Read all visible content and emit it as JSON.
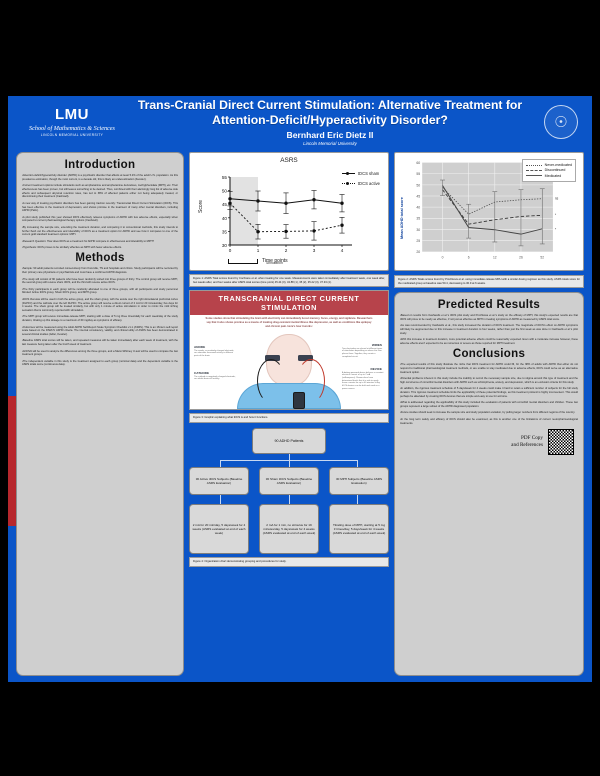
{
  "header": {
    "logo_main": "LMU",
    "logo_school": "School of Mathematics & Sciences",
    "logo_sub": "LINCOLN MEMORIAL UNIVERSITY",
    "title": "Trans-Cranial Direct Current Stimulation: Alternative Treatment for Attention-Deficit/Hyperactivity Disorder?",
    "author": "Bernhard Eric Dietz II",
    "institution": "Lincoln Memorial University",
    "seal_icon": "university-seal-icon"
  },
  "introduction": {
    "heading": "Introduction",
    "bullets": [
      "•Attention-deficit/hyperactivity disorder (ADHD) is a psychiatric disorder that affects at least 5.2% of the adult U.S. population. As this prevalence estimation, though the most current, is a decade old, this is likely an underestimation (Kessler).",
      "•Current treatment options include stimulants such as amphetamine and amphetamine derivatives, methylphenidate (MPH), etc. Their effectiveness has been proven, but still leaves something to be desired. Thus, combined with their alarmingly long list of adverse side effects and subsequent abysmal retention rates, has led to 38% of affected patients either not being adequately treated, or discontinuing their treatment (Cashwell).",
      "•A new way of treating psychiatric disorders has been gaining traction recently: Transcranial Direct Current Stimulation (tDCS). This has been effective in the treatment of depression, and shows promise in the treatment of many other mental disorders, including ADHD (Palm).",
      "•A pilot study published this year showed tDCS effectively relieves symptoms of ADHD with few adverse effects, especially when compared to current pharmacological therapy options (Cashwell).",
      "•By increasing the sample size, extending the treatment duration, and comparing it to conventional methods, this study intends to further flesh out the effectiveness and tolerability of tDCS as a treatment option for ADHD and see how it compares to one of the current gold standard treatment options: MPH.",
      "•Research Question: How does tDCS as a treatment for ADHD compare in effectiveness and tolerability to MPH?",
      "•Hypothesis: tDCS proves to be similarly effective as MPH with fewer adverse effects."
    ]
  },
  "methods": {
    "heading": "Methods",
    "bullets": [
      "•Sample: 90 adult patients recruited consecutively from Knoxville, TN and hospitals and clinics. Study participants will be recruited by their primary care physicians or psychiatrists and must have a confirmed ADHD diagnosis.",
      "•The study will consist of 90 patients who have been randomly sorted into three groups of thirty. The control group will receive MPH, the second group will receive sham tDCS, and the third will receive active tDCS.",
      "•The thirty participants in each group will be randomly allocated to one of three groups, with all participants and study personnel blinded: Active tDCS group, Sham tDCS group, and MPH group.",
      "•tDCS that was still be used in both the active group, and the sham group, with the anode over the right dorsolateral prefrontal cortex (DLPFC) and the cathode over the left DLPFC. The active group will receive a direct current of 2 mA for 20 minutes/day, five days for 4 weeks. The sham group will be treated similarly, but with only 1 minute of active stimulation in order to mimic the mild itching sensation that is commonly reported with stimulation.",
      "•The MPH group will receive immediate-release MPH, starting with a dose of 5 mg three times/daily for each week/day of the study duration, titrating up this dosage to a maximum of 60 mg/day as symptoms of efficacy.",
      "•Outcomes will be measured using the Adult ADHD Self-Report Scale Symptom Checklist v1.1 (ASRS). This is an 18-item self-report scale based on the DSM-IV ADHD criteria. The internal consistency, validity, and clinical utility of ASRS has been demonstrated in several clinical studies (Adler, Kessler).",
      "•Baseline ASRS total scores will be taken, and repeated measures will be taken immediately after each week of treatment, with the last measure being taken after the fourth week of treatment.",
      "•ANOVA will be used to analyze the differences among the three groups, and a Mann-Whitney U-test will be used to compare the two treatment groups.",
      "•The independent variable in this study is the treatment assigned to each group (nominal data) and the dependent variable is the ASRS totals score (continuous data)."
    ]
  },
  "figure1": {
    "caption": "Figure 1: ASRS Total scores found by Cochrane et al. when treating for one week. Measurements were taken immediately after treatment week, one week after, two weeks after, and four weeks after ASRS total scores (time point) 45.44 (0), 34.88 (1), 35 (2), 35.22 (3), 37.33 (4)."
  },
  "figure2": {
    "caption": "Figure 2: ASRS Totals scores found by Prochkova et al. using immediate-release MPH with a similar dosing regimen as this study. ASRS totals score for the medicated group at baseline was 50.4, decreasing to 30.9 at 6 weeks."
  },
  "figure3": {
    "band_title": "TRANSCRANIAL DIRECT CURRENT STIMULATION",
    "lead": "Some studies show that stimulating the brain with electricity can immediately boost memory, focus, energy, and vigilance. Researchers say that it also shows promise as a means of treating drug-resistant mental illness like depression, as well as conditions like epilepsy and chronic pain. Here's how it works:",
    "labels": {
      "anode": "ANODE",
      "anode_desc": "The anode, or positively-charged electrode, can stimulate increased activity in different parts of the brain.",
      "cathode": "CATHODE",
      "cathode_desc": "The cathode is negatively charged electrode; can inhibit brain-cell activity.",
      "wires": "WIRES",
      "wires_desc": "Two electrodes are placed at different types of stimulation depending on where the user places them. Together, they create a completed circuit.",
      "device": "DEVICE",
      "device_desc": "A battery-powered device delivers a constant electrical current of up to 2 mA (milliamperes). Researchers have determined levels that it is safe to apply these currents for up to 40 minutes a day. tDCS devices can be built and used as a power source."
    },
    "caption": "Figure 3: Graphic explaining what tDCS is and how it functions."
  },
  "figure4": {
    "root": "90 ADHD Patients",
    "mid": [
      "30 Active tDCS Subjects (Baseline ASRS Evaluation)",
      "30 Sham tDCS Subjects (Baseline ASRS Evaluation)",
      "30 MPH Subjects (Baseline ASRS Evaluation)"
    ],
    "leaf": [
      "2 mA for 20 min/day, 5 days/week for 4 weeks (ASRS evaluated at end of each week)",
      "2 mA for 1 min, no stimulus for 19 minutes/day, 5 days/week for 4 weeks (ASRS evaluated at end of each week)",
      "Titrating dose of MPH, starting at 5 mg 3 times/day, 5 days/week for 4 weeks (ASRS evaluated at end of each week)"
    ],
    "caption": "Figure 4: Organization chart demonstrating grouping and procedures for study."
  },
  "predicted_results": {
    "heading": "Predicted Results",
    "bullets": [
      "•Based on results from Cashwells et al.'s tDCS pilot study and Prochkova et al.'s study on the efficacy of MPH, this study's expected results are that tDCS will prove to be nearly as effective, if not just as effective as MPH in treating symptoms of ADHD as measured by ASRS total score.",
      "•As was recommended by Cashwells et al., this study increased the duration of tDCS treatment. The magnitude of tDCS's effect on ADHD symptoms will likely be augmented due to this increase in treatment duration to four weeks, rather than just the first week as was done in Cashwells et al.'s pilot study.",
      "•With this increase in treatment duration, more potential adverse effects could be reasonably expected. Even with a moderate increase however, these adverse effects aren't expected to be as numerous or severe as those reported for MPH treatment."
    ]
  },
  "conclusions": {
    "heading": "Conclusions",
    "bullets": [
      "•The expected results of this study illustrate the niche that tDCS treatment for ADHD could fill, for the 38% of adults with ADHD that either do not respond to traditional pharmacological treatment methods, or are unable to stay medicated due to adverse effects, tDCS could serve as an alternative treatment option.",
      "•Potential problems inherent in this study include the inability to recruit the necessary sample size, due to stigma around this type of treatment and the high occurrence of comorbid mental disorders with ADHD such as schizophrenia, anxiety, and depression, which is an exclusion criteria for this study.",
      "•In addition, the rigorous treatment schedule of 5 days/week for 4 weeks could make it hard to retain a sufficient number of subjects for the full study duration. This rigorous treatment schedule limits the applicability of these potential findings, as this treatment protocol is highly inconvenient. This would perhaps be alleviated by creating tDCS devices that are simple and easy to use for at-home.",
      "•What is addressed regarding the applicability of this study included the evaluation of patients with comorbid mental disorders and children. These two groups represent a large subset of the ADHD diagnosed population.",
      "•Future studies should seek to increase the sample size and study population variation, by pulling larger numbers from different regions of the country.",
      "•In the long term safety and efficacy of tDCS should also be examined, as this is another one of the limitations of current neuropharmacological treatments."
    ]
  },
  "qr": {
    "label_line1": "PDF Copy",
    "label_line2": "and References",
    "icon": "qr-code-icon"
  },
  "chart_data": [
    {
      "type": "line",
      "title": "ASRS",
      "xlabel": "Time points",
      "ylabel": "Score",
      "ylim": [
        30,
        55
      ],
      "yticks": [
        30,
        35,
        40,
        45,
        50,
        55
      ],
      "x": [
        0,
        1,
        2,
        3,
        4
      ],
      "xticks": [
        "0",
        "1",
        "2",
        "3",
        "4"
      ],
      "annotation": "Stimulation",
      "grid": false,
      "legend_position": "right",
      "series": [
        {
          "name": "tDCS sham",
          "values": [
            47.0,
            46.2,
            45.4,
            46.7,
            45.4
          ],
          "style": "solid",
          "errors": [
            2.6,
            3.7,
            3.8,
            3.4,
            3.2
          ]
        },
        {
          "name": "tDCS active",
          "values": [
            45.4,
            34.9,
            35.0,
            35.2,
            37.3
          ],
          "style": "dotted",
          "errors": [
            2.4,
            2.7,
            2.5,
            3.4,
            2.9
          ]
        }
      ]
    },
    {
      "type": "line",
      "title": "",
      "xlabel": "",
      "ylabel": "Mean ADHD total score",
      "ylim": [
        20,
        60
      ],
      "yticks": [
        20,
        25,
        30,
        35,
        40,
        45,
        50,
        55,
        60
      ],
      "x": [
        0,
        6,
        12,
        26,
        52
      ],
      "xticks": [
        "0",
        "6",
        "12",
        "26",
        "52"
      ],
      "grid": true,
      "legend_position": "top-right",
      "series": [
        {
          "name": "Never-medicated",
          "values": [
            49.5,
            37.5,
            43.0,
            44.0,
            44.5
          ],
          "style": "dotted",
          "label": "ns"
        },
        {
          "name": "Discontinued",
          "values": [
            48.5,
            33.0,
            35.0,
            36.5,
            37.0
          ],
          "style": "dashed",
          "label": "*"
        },
        {
          "name": "Medicated",
          "values": [
            50.4,
            31.5,
            30.5,
            28.5,
            30.9
          ],
          "style": "solid",
          "label": "*"
        }
      ]
    }
  ]
}
